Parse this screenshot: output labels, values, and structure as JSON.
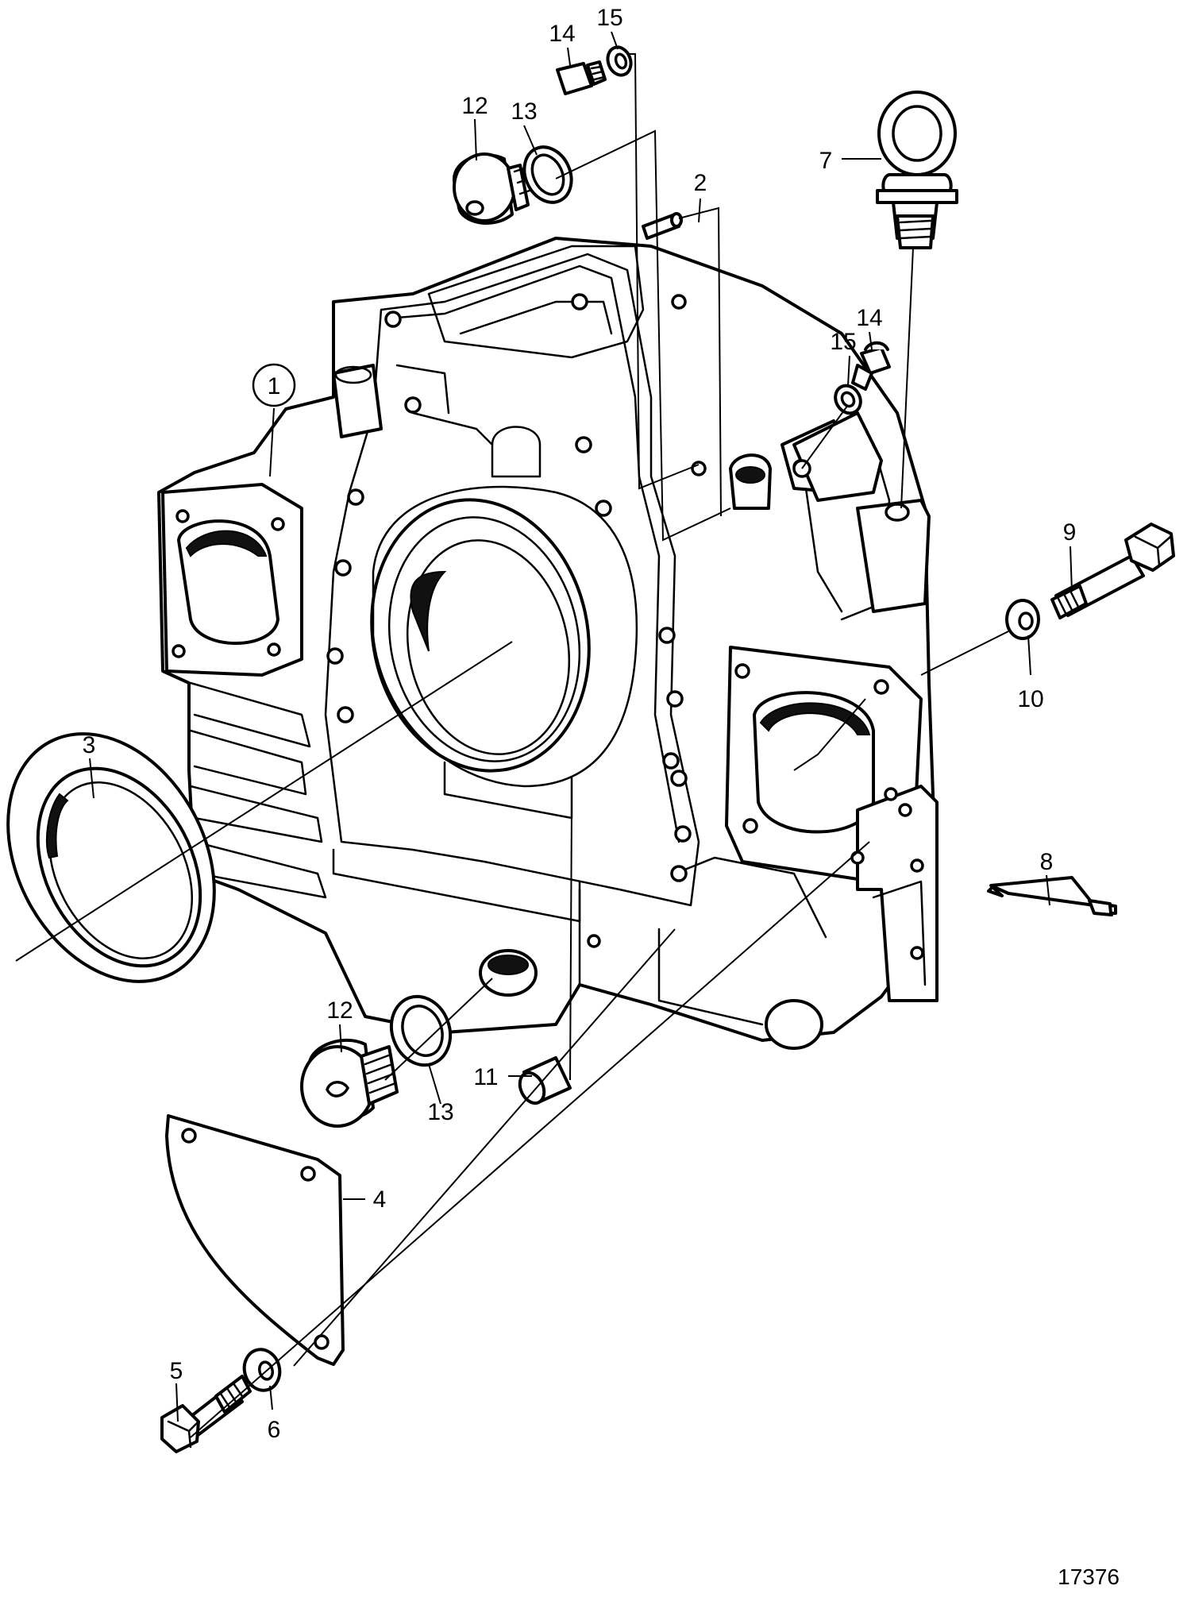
{
  "callouts": {
    "c1": "1",
    "c2": "2",
    "c3": "3",
    "c4": "4",
    "c5": "5",
    "c6": "6",
    "c7": "7",
    "c8": "8",
    "c9": "9",
    "c10": "10",
    "c11": "11",
    "c12a": "12",
    "c12b": "12",
    "c13a": "13",
    "c13b": "13",
    "c14a": "14",
    "c14b": "14",
    "c15a": "15",
    "c15b": "15"
  },
  "figure_number": "17376"
}
